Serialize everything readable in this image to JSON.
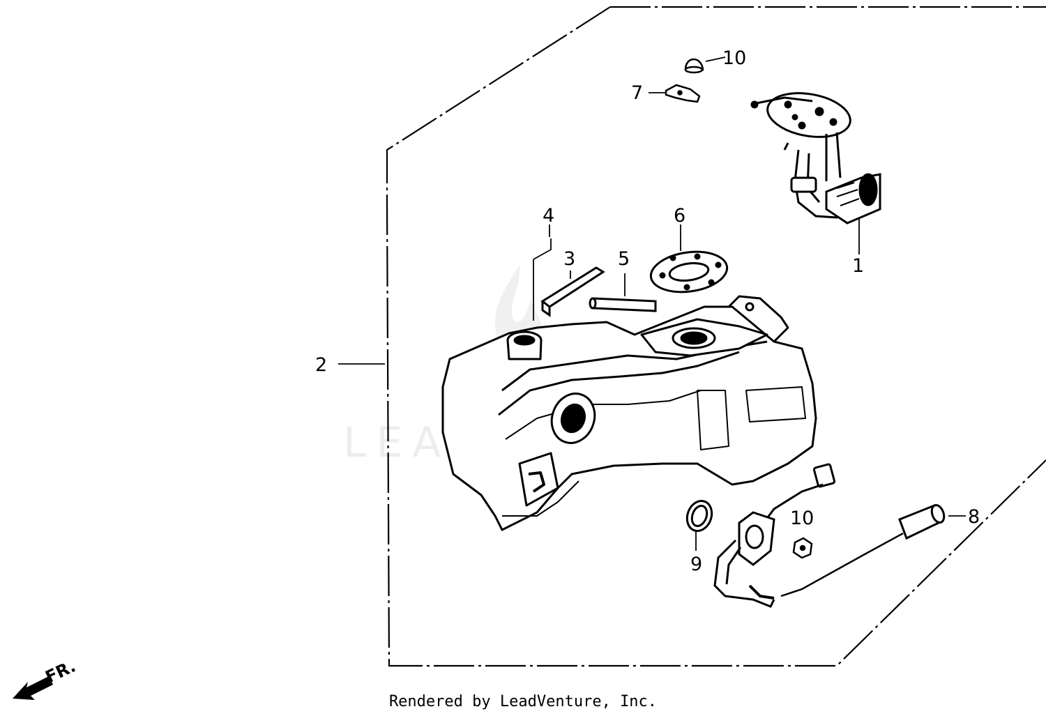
{
  "callouts": {
    "p1": "1",
    "p2": "2",
    "p3": "3",
    "p4": "4",
    "p5": "5",
    "p6": "6",
    "p7": "7",
    "p8": "8",
    "p9": "9",
    "p10_top": "10",
    "p10_bottom": "10"
  },
  "direction_label": "FR.",
  "watermark": "LEADVENTURE",
  "footer": "Rendered by LeadVenture, Inc.",
  "colors": {
    "ink": "#000000",
    "background": "#ffffff"
  }
}
